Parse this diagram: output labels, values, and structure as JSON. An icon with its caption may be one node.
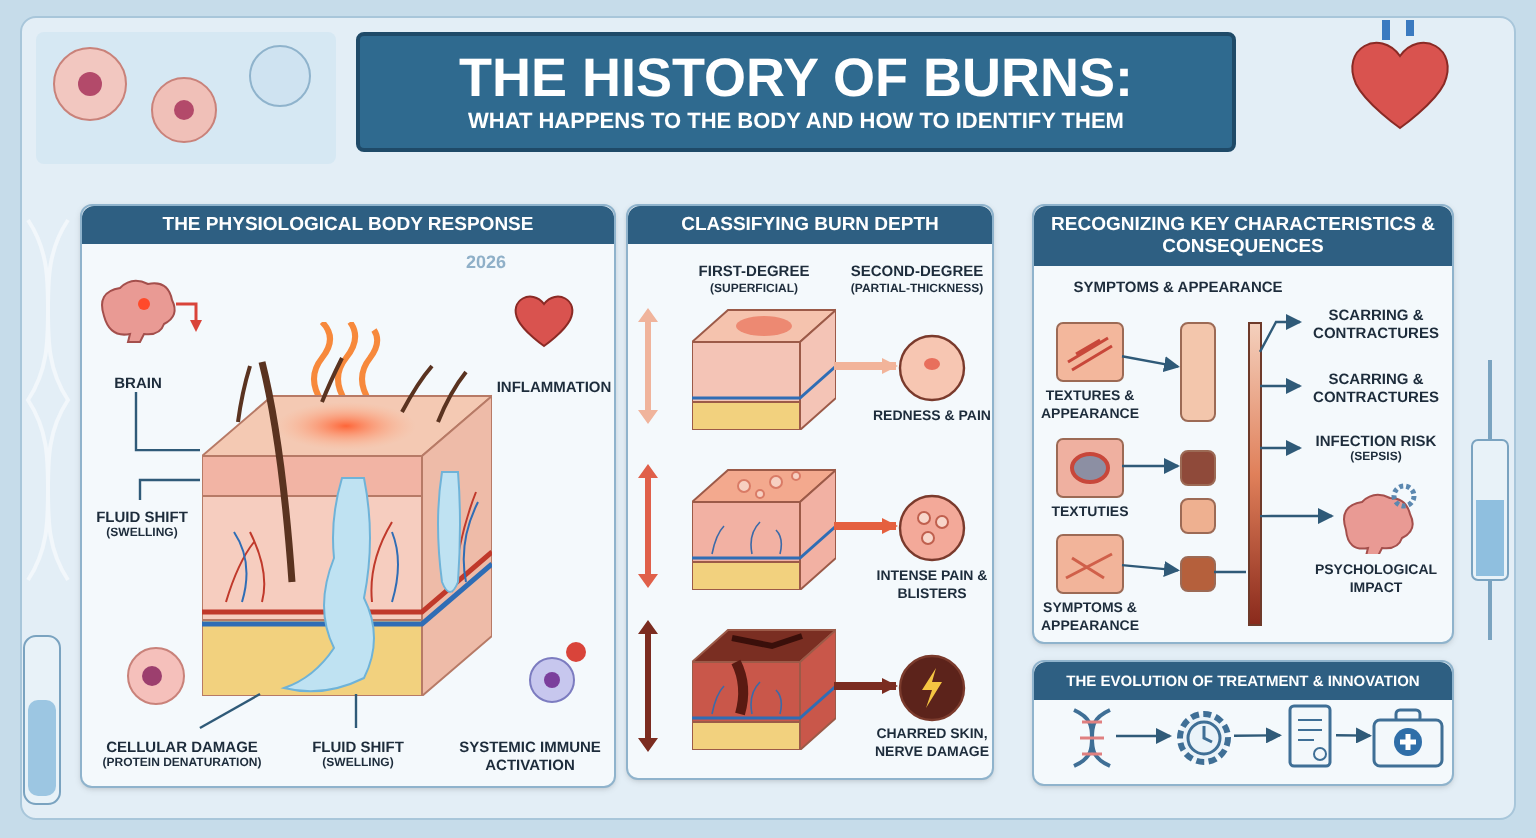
{
  "diagram": {
    "title": "THE HISTORY OF BURNS:",
    "nodes": [
      {
        "text": [
          "THE PHYSIOLOGICAL BODY RESPONSE"
        ]
      },
      {
        "text": [],
        "shape": "picture",
        "in": 0
      },
      {
        "text": [
          "BRAIN"
        ],
        "in": 0
      },
      {
        "text": [
          "INFLAMMATION"
        ],
        "in": 0
      },
      {
        "text": [
          "FLUID SHIFT",
          "(SWELLING)"
        ],
        "in": 0
      },
      {
        "text": [
          "CELLULAR DAMAGE",
          "(PROTEIN DENATURATION)"
        ],
        "in": 0
      },
      {
        "text": [
          "FLUID SHIFT",
          "(SWELLING)"
        ],
        "in": 0
      },
      {
        "text": [
          "SYSTEMIC IMMUNE ACTIVATION"
        ],
        "in": 0
      },
      {
        "text": [
          "CLASSIFYING BURN DEPTH"
        ]
      },
      {
        "text": [],
        "shape": "picture",
        "in": 8
      },
      {
        "text": [],
        "shape": "picture",
        "in": 8
      },
      {
        "text": [],
        "shape": "picture",
        "in": 8
      },
      {
        "text": [],
        "shape": "circle",
        "in": 8,
        "beside": [
          "REDNESS & PAIN"
        ]
      },
      {
        "text": [],
        "shape": "circle",
        "in": 8,
        "beside": [
          "INTENSE PAIN & BLISTERS"
        ]
      },
      {
        "text": [],
        "shape": "circle",
        "in": 8,
        "beside": [
          "CHARRED SKIN, NERVE DAMAGE"
        ]
      },
      {
        "text": [
          "RECOGNIZING KEY CHARACTERISTICS & CONSEQUENCES"
        ]
      },
      {
        "text": [],
        "shape": "picture",
        "in": 15,
        "beside": [
          "TEXTURES & APPEARANCE"
        ]
      },
      {
        "text": [],
        "shape": "picture",
        "in": 15,
        "beside": [
          "TEXTUTIES"
        ]
      },
      {
        "text": [],
        "shape": "picture",
        "in": 15,
        "beside": [
          "SYMPTOMS & APPEARANCE"
        ]
      },
      {
        "text": [],
        "shape": "box",
        "in": 15
      },
      {
        "text": [],
        "shape": "box",
        "in": 15
      },
      {
        "text": [],
        "shape": "box",
        "in": 15
      },
      {
        "text": [],
        "shape": "box",
        "in": 15
      },
      {
        "text": [],
        "shape": "bar",
        "in": 15
      },
      {
        "text": [
          "SCARRING & CONTRACTURES"
        ],
        "in": 15
      },
      {
        "text": [
          "SCARRING & CONTRACTURES"
        ],
        "in": 15
      },
      {
        "text": [
          "INFECTION RISK",
          "(SEPSIS)"
        ],
        "in": 15
      },
      {
        "text": [],
        "shape": "picture",
        "in": 15,
        "beside": [
          "PSYCHOLOGICAL IMPACT"
        ]
      },
      {
        "text": [
          "THE EVOLUTION OF TREATMENT & INNOVATION"
        ]
      },
      {
        "text": [],
        "shape": "picture",
        "in": 28
      },
      {
        "text": [],
        "shape": "picture",
        "in": 28
      },
      {
        "text": [],
        "shape": "picture",
        "in": 28
      },
      {
        "text": [],
        "shape": "picture",
        "in": 28
      }
    ],
    "edges": [
      {
        "from": 2,
        "to": 1,
        "arrow": "none"
      },
      {
        "from": 4,
        "to": 1,
        "arrow": "none"
      },
      {
        "from": 5,
        "to": 1,
        "arrow": "none"
      },
      {
        "from": 6,
        "to": 1,
        "arrow": "none"
      },
      {
        "from": 9,
        "to": 12,
        "arrow": "to",
        "style": "thick",
        "color": "#f2b49a"
      },
      {
        "from": 10,
        "to": 13,
        "arrow": "to",
        "style": "thick",
        "color": "#e5603f"
      },
      {
        "from": 11,
        "to": 14,
        "arrow": "to",
        "style": "thick",
        "color": "#7b2c20"
      },
      {
        "from": 16,
        "to": 19,
        "arrow": "to"
      },
      {
        "from": 17,
        "to": 20,
        "arrow": "to"
      },
      {
        "from": 18,
        "to": 22,
        "arrow": "to"
      },
      {
        "from": 22,
        "to": 23,
        "arrow": "none"
      },
      {
        "from": 23,
        "to": 24,
        "arrow": "to"
      },
      {
        "from": 23,
        "to": 25,
        "arrow": "to"
      },
      {
        "from": 23,
        "to": 26,
        "arrow": "to"
      },
      {
        "from": 23,
        "to": 27,
        "arrow": "to"
      },
      {
        "from": 29,
        "to": 30,
        "arrow": "to"
      },
      {
        "from": 30,
        "to": 31,
        "arrow": "to"
      },
      {
        "from": 31,
        "to": 32,
        "arrow": "to"
      }
    ],
    "labels": [
      "WHAT HAPPENS TO THE BODY AND HOW TO IDENTIFY THEM",
      "2026",
      "FIRST-DEGREE",
      "(SUPERFICIAL)",
      "SECOND-DEGREE",
      "(PARTIAL-THICKNESS)",
      "SYMPTOMS & APPEARANCE"
    ]
  }
}
